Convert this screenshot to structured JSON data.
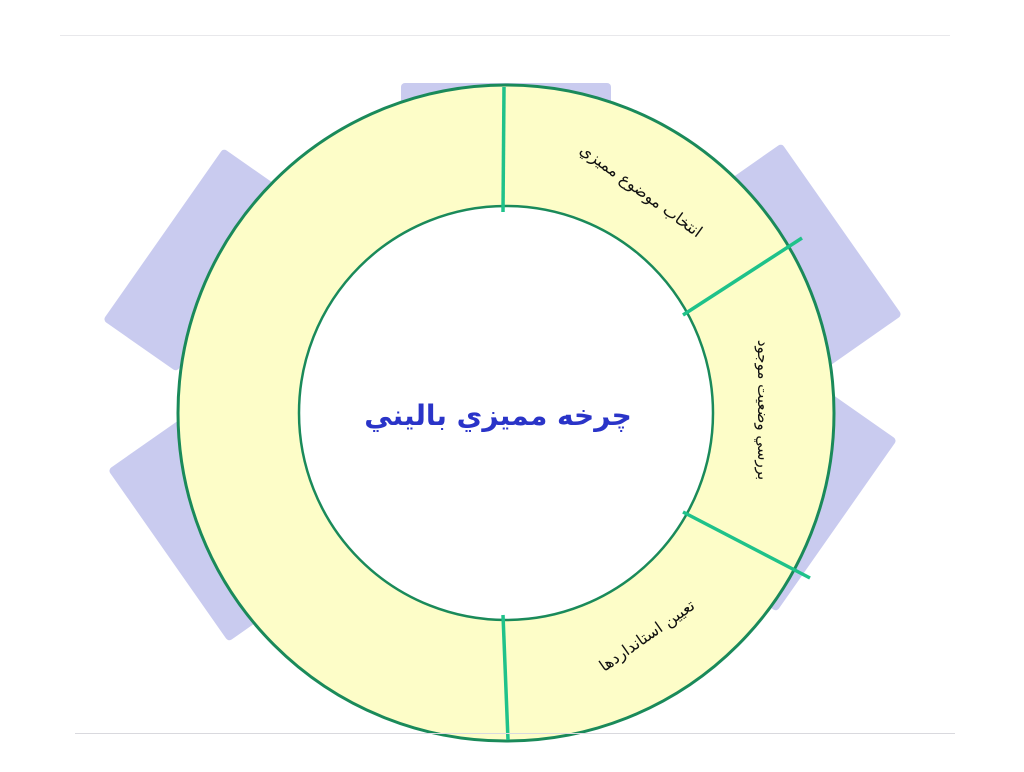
{
  "diagram": {
    "title": "چرخه مميزي باليني",
    "segments": [
      {
        "label": "انتخاب موضوع مميزي"
      },
      {
        "label": "بررسي وضعيت موجود"
      },
      {
        "label": "تعيين استانداردها"
      },
      {
        "label": ""
      }
    ]
  },
  "colors": {
    "ring_fill": "#fdfdc8",
    "ring_stroke": "#1a8a5a",
    "divider": "#1fc28a",
    "tab_fill": "#c9cbef",
    "title_color": "#2a34c8",
    "label_color": "#111111",
    "center_fill": "#ffffff"
  }
}
